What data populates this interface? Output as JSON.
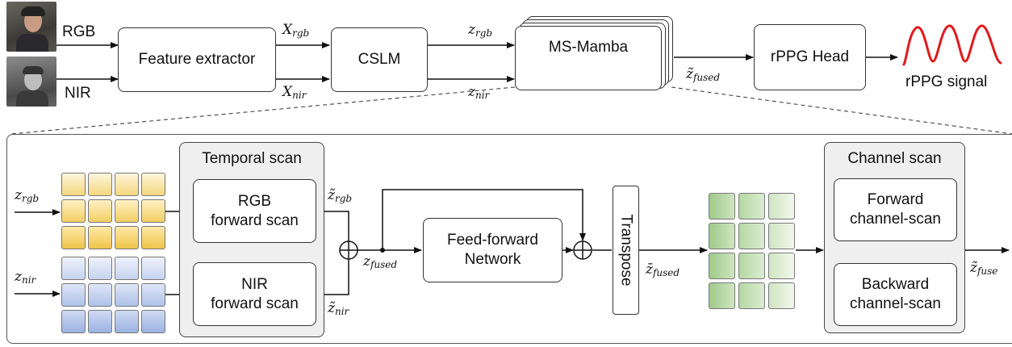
{
  "top": {
    "rgb_label": "RGB",
    "nir_label": "NIR",
    "feature_extractor": "Feature extractor",
    "cslm": "CSLM",
    "ms_mamba": "MS-Mamba",
    "rppg_head": "rPPG Head",
    "rppg_signal": "rPPG signal",
    "x_rgb": {
      "base": "X",
      "sub": "rgb"
    },
    "x_nir": {
      "base": "X",
      "sub": "nir"
    },
    "z_rgb": {
      "base": "z",
      "sub": "rgb"
    },
    "z_nir": {
      "base": "z",
      "sub": "nir"
    },
    "z_fused": {
      "base": "z̃",
      "sub": "fused"
    }
  },
  "detail": {
    "z_rgb_in": {
      "base": "z",
      "sub": "rgb"
    },
    "z_nir_in": {
      "base": "z",
      "sub": "nir"
    },
    "temporal_scan_title": "Temporal scan",
    "rgb_forward_line1": "RGB",
    "rgb_forward_line2": "forward scan",
    "nir_forward_line1": "NIR",
    "nir_forward_line2": "forward scan",
    "zt_rgb": {
      "base": "z̃",
      "sub": "rgb"
    },
    "zt_nir": {
      "base": "z̃",
      "sub": "nir"
    },
    "z_fused_sum": {
      "base": "z",
      "sub": "fused"
    },
    "ffn_line1": "Feed-forward",
    "ffn_line2": "Network",
    "transpose": "Transpose",
    "zbar_fused": {
      "base": "z̄",
      "sub": "fused"
    },
    "channel_scan_title": "Channel scan",
    "forward_cs_line1": "Forward",
    "forward_cs_line2": "channel-scan",
    "backward_cs_line1": "Backward",
    "backward_cs_line2": "channel-scan",
    "z_out": {
      "base": "z̃",
      "sub": "fuse"
    }
  },
  "colors": {
    "rgb_grid": "#f5d77e",
    "nir_grid": "#aec1e8",
    "fused_grid": "#a9cf93",
    "signal": "#e0191c",
    "panel_bg": "#efefef"
  }
}
